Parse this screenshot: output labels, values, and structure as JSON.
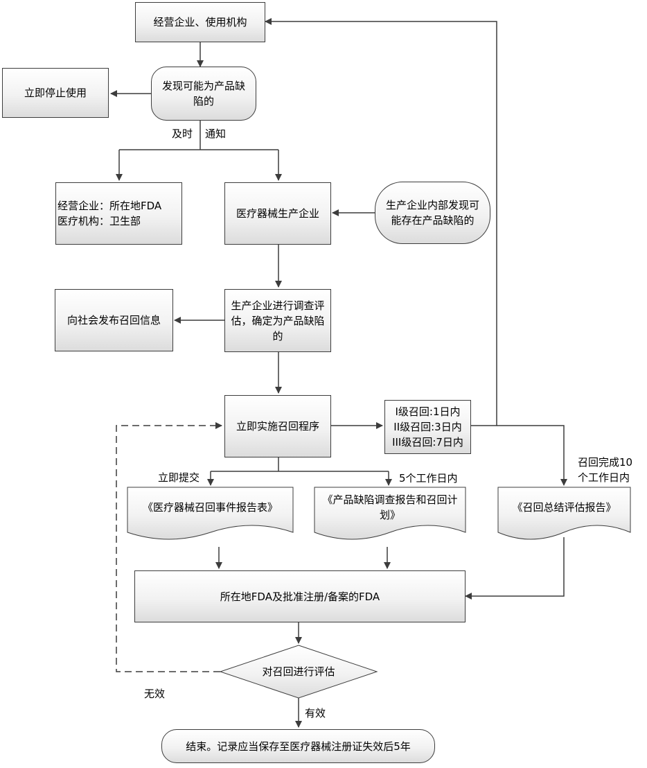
{
  "nodes": {
    "operators": "经营企业、使用机构",
    "discover": "发现可能为产品缺陷的",
    "stop": "立即停止使用",
    "report_to_line1": "经营企业：所在地FDA",
    "report_to_line2": "医疗机构：卫生部",
    "manufacturer": "医疗器械生产企业",
    "internal_discover": "生产企业内部发现可能存在产品缺陷的",
    "investigate": "生产企业进行调查评估，确定为产品缺陷的",
    "publish": "向社会发布召回信息",
    "recall": "立即实施召回程序",
    "recall_level_1": "I级召回:1日内",
    "recall_level_2": "II级召回:3日内",
    "recall_level_3": "III级召回:7日内",
    "doc_event_report": "《医疗器械召回事件报告表》",
    "doc_plan": "《产品缺陷调查报告和召回计划》",
    "doc_summary": "《召回总结评估报告》",
    "fda": "所在地FDA及批准注册/备案的FDA",
    "evaluate": "对召回进行评估",
    "end": "结束。记录应当保存至医疗器械注册证失效后5年"
  },
  "labels": {
    "timely": "及时",
    "notify": "通知",
    "submit_now": "立即提交",
    "five_days": "5个工作日内",
    "after_complete_1": "召回完成10",
    "after_complete_2": "个工作日内",
    "invalid": "无效",
    "valid": "有效"
  },
  "colors": {
    "stroke": "#3c3c3c",
    "fill_top": "#ffffff",
    "fill_bottom": "#dcdcdc"
  }
}
